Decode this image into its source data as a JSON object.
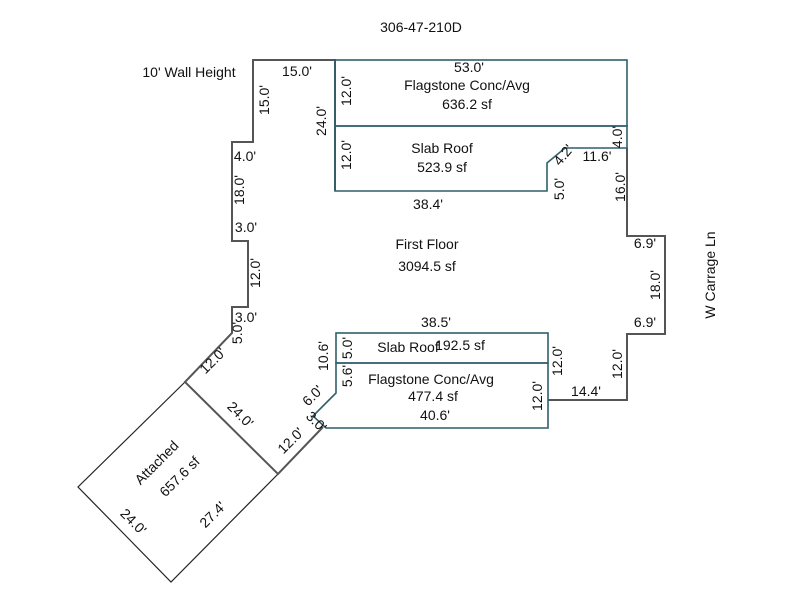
{
  "parcel_id": "306-47-210D",
  "wall_height": "10' Wall Height",
  "street": "W Carrage Ln",
  "colors": {
    "house_outline": "#555555",
    "patio_outline": "#2f5f6d",
    "garage_outline": "#222222"
  },
  "areas": {
    "first_floor": {
      "name": "First Floor",
      "area": "3094.5 sf"
    },
    "flagstone_top": {
      "name": "Flagstone Conc/Avg",
      "area": "636.2 sf"
    },
    "slab_roof_top": {
      "name": "Slab Roof",
      "area": "523.9 sf"
    },
    "slab_roof_bottom": {
      "name": "Slab Roof",
      "area": "192.5 sf"
    },
    "flagstone_bottom": {
      "name": "Flagstone Conc/Avg",
      "area": "477.4 sf"
    },
    "garage": {
      "name": "Attached",
      "area": "657.6 sf"
    }
  },
  "dims": {
    "top_left": "15.0'",
    "left_15": "15.0'",
    "mid_24": "24.0'",
    "patio_12a": "12.0'",
    "patio_53": "53.0'",
    "patio_12b": "12.0'",
    "right_4": "4.0'",
    "step_11_6": "11.6'",
    "diag_4_2": "4.2'",
    "notch_5": "5.0'",
    "right_16": "16.0'",
    "slab_38_4": "38.4'",
    "left_4": "4.0'",
    "left_18": "18.0'",
    "left_3a": "3.0'",
    "left_12": "12.0'",
    "left_3b": "3.0'",
    "left_5": "5.0'",
    "diag_12a": "12.0'",
    "bump_6_9a": "6.9'",
    "bump_18": "18.0'",
    "bump_6_9b": "6.9'",
    "lower_38_5": "38.5'",
    "lower_10_6": "10.6'",
    "lower_5": "5.0'",
    "lower_5_6": "5.6'",
    "lower_40_6": "40.6'",
    "lower_12a": "12.0'",
    "lower_12b": "12.0'",
    "lower_14_4": "14.4'",
    "right_12": "12.0'",
    "diag_6": "6.0'",
    "diag_3": "3.0'",
    "diag_12b": "12.0'",
    "garage_24a": "24.0'",
    "garage_24b": "24.0'",
    "garage_27_4": "27.4'"
  }
}
